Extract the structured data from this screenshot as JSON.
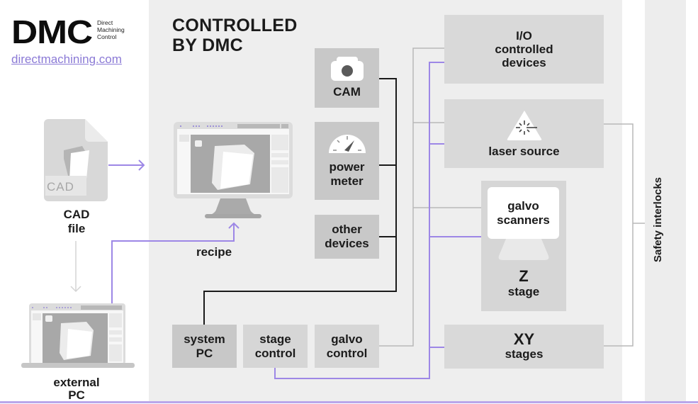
{
  "logo": {
    "mark": "DMC",
    "subtitle_lines": [
      "Direct",
      "Machining",
      "Control"
    ],
    "link": "directmachining.com"
  },
  "title_lines": [
    "CONTROLLED",
    "BY DMC"
  ],
  "left": {
    "cad_badge": "CAD",
    "cad_label_lines": [
      "CAD",
      "file"
    ],
    "recipe_label": "recipe",
    "external_pc_lines": [
      "external",
      "PC"
    ]
  },
  "devices": {
    "cam": "CAM",
    "power_meter_lines": [
      "power",
      "meter"
    ],
    "other_devices_lines": [
      "other",
      "devices"
    ]
  },
  "controllers": {
    "system_pc_lines": [
      "system",
      "PC"
    ],
    "stage_control_lines": [
      "stage",
      "control"
    ],
    "galvo_control_lines": [
      "galvo",
      "control"
    ]
  },
  "hardware": {
    "io_lines": [
      "I/O",
      "controlled",
      "devices"
    ],
    "laser_source": "laser source",
    "galvo_scanners_lines": [
      "galvo",
      "scanners"
    ],
    "z_stage_lines": [
      "Z",
      "stage"
    ],
    "xy_stages_lines": [
      "XY",
      "stages"
    ]
  },
  "safety_label": "Safety interlocks",
  "colors": {
    "accent_purple": "#9d87e6",
    "wire_black": "#1a1a1a",
    "wire_gray": "#b8b8b8",
    "link_purple": "#8b7ad6"
  }
}
